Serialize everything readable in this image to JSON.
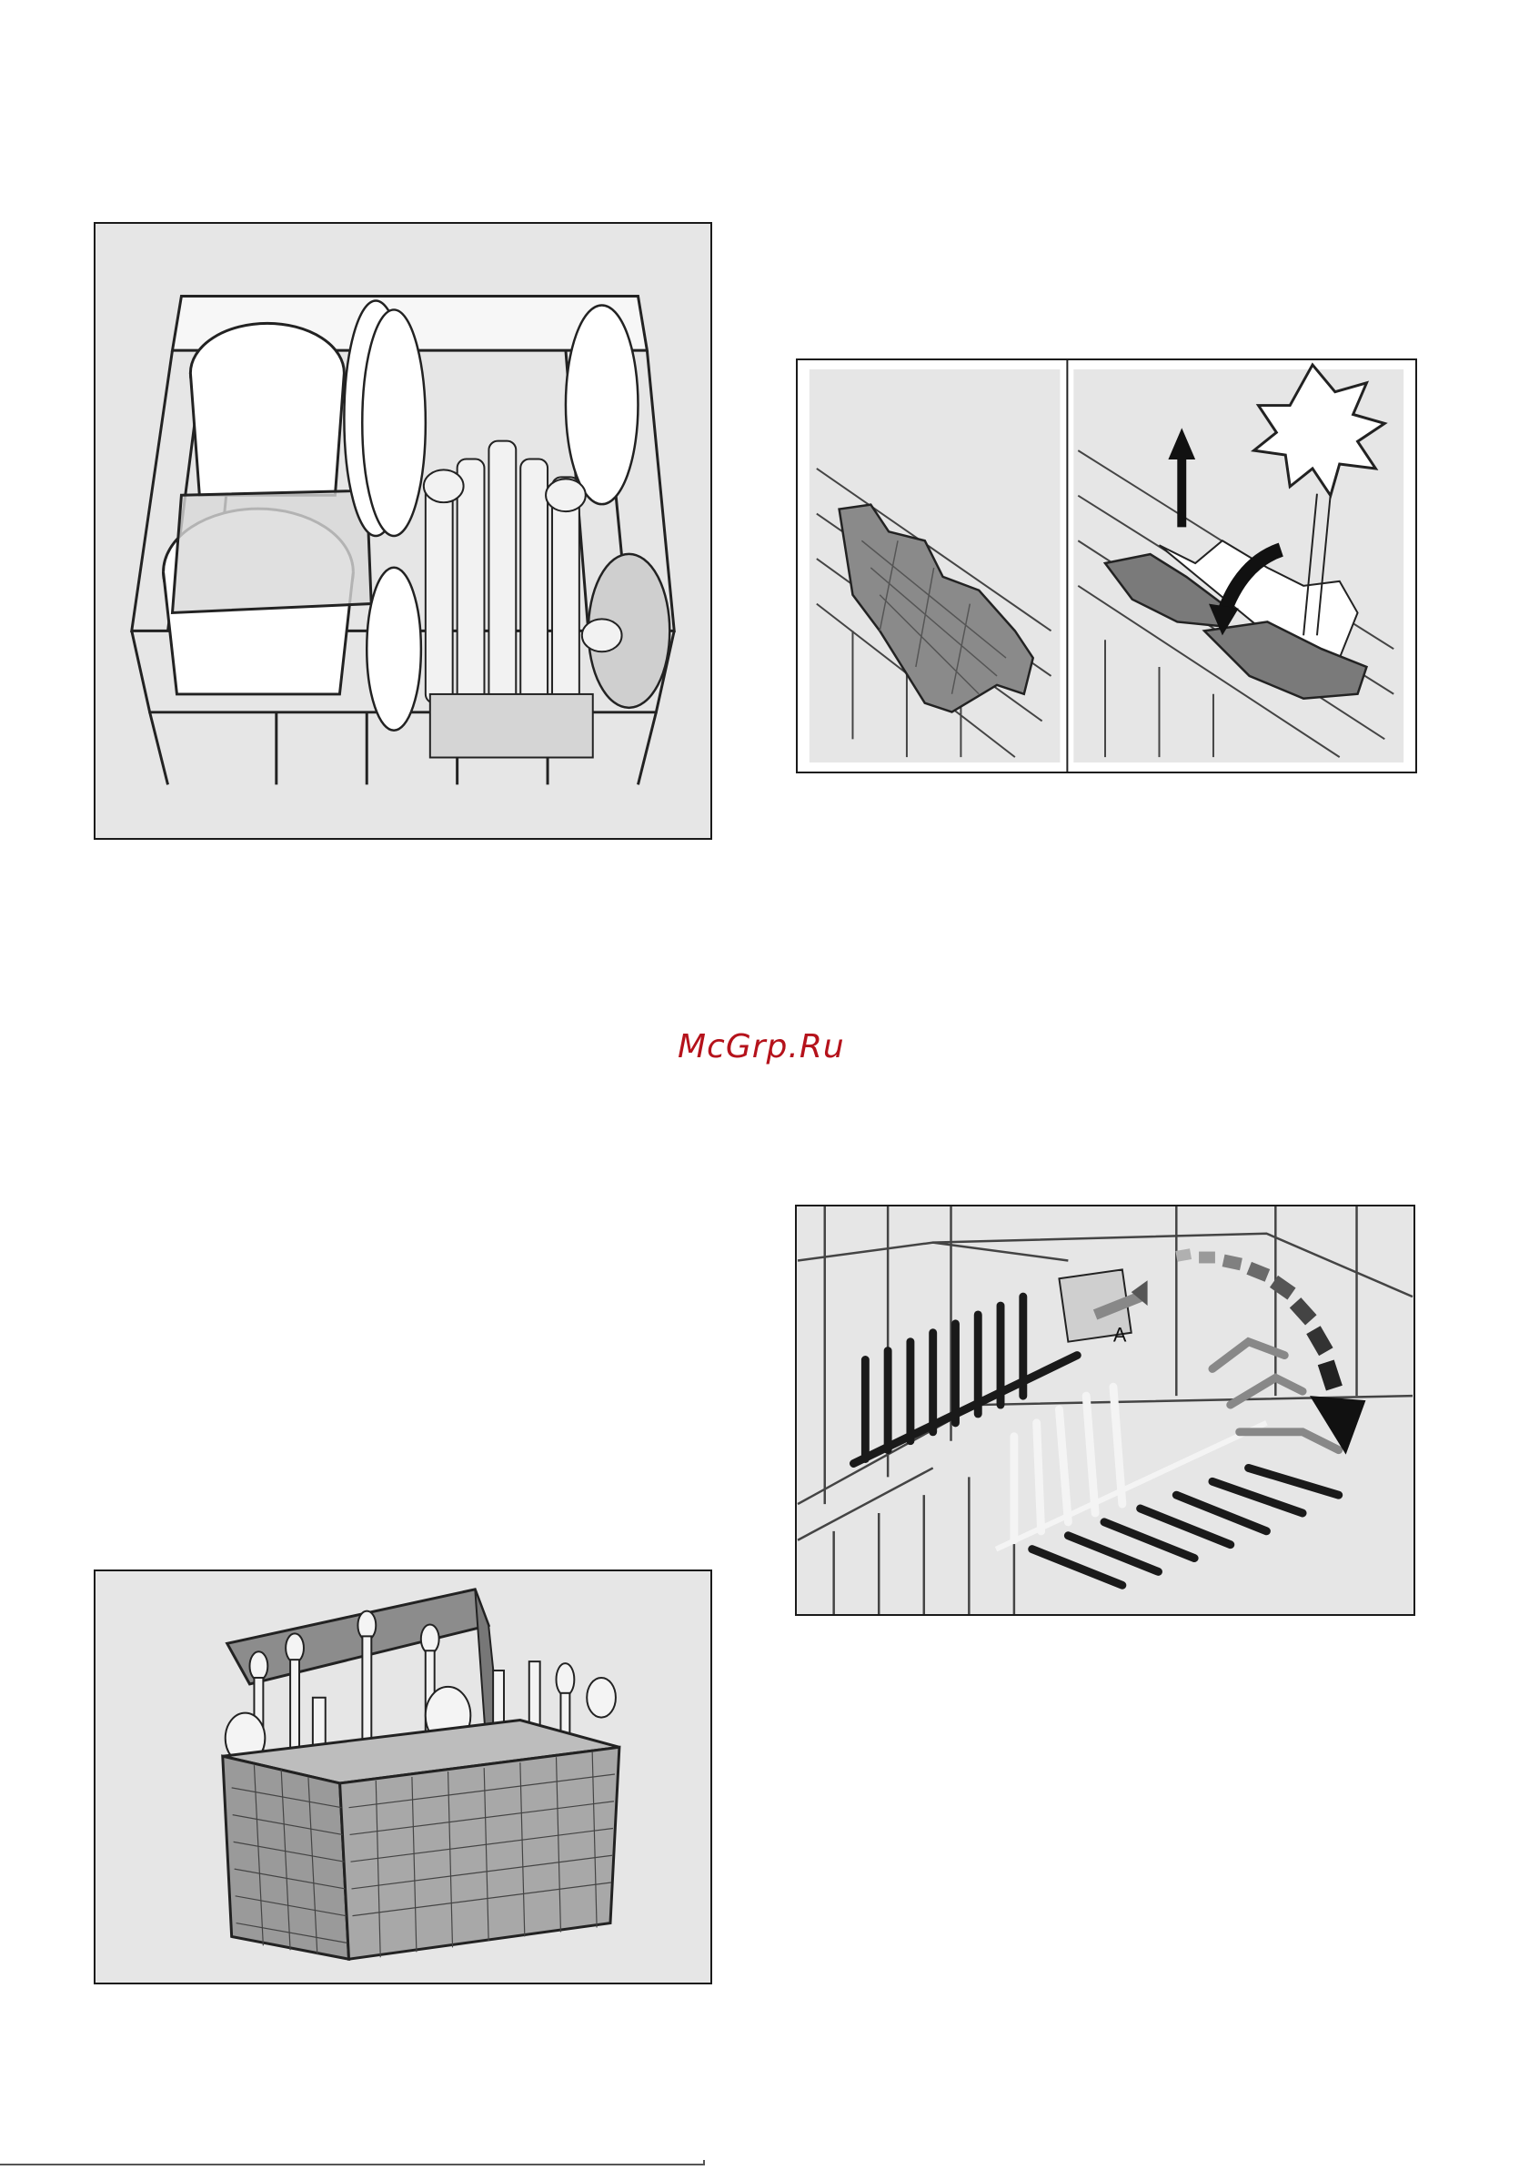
{
  "watermark": {
    "text": "McGrp.Ru",
    "color": "#b5121b"
  },
  "figures": {
    "upper_rack": {
      "icon": "loaded-upper-rack-illustration"
    },
    "fold_insert": {
      "icon": "fold-down-rack-insert-illustration",
      "callout": "starburst-icon"
    },
    "cutlery_basket": {
      "icon": "cutlery-basket-illustration"
    },
    "fold_tines": {
      "icon": "fold-down-tines-illustration",
      "label": "A"
    }
  }
}
